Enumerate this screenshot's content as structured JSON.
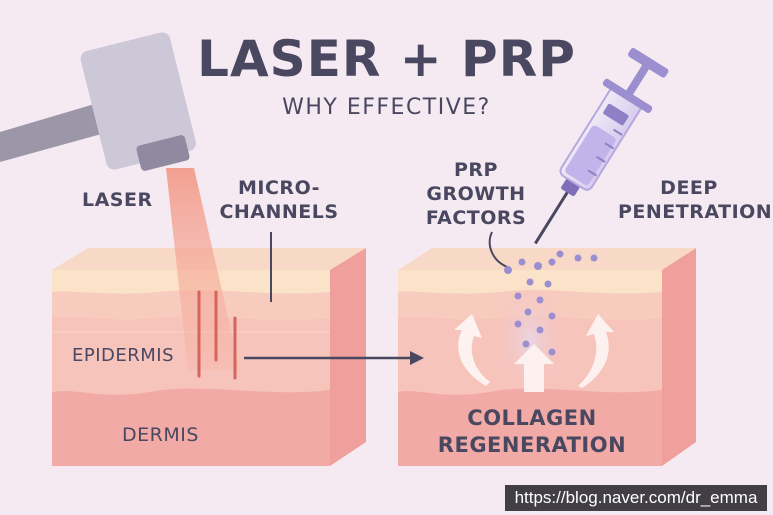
{
  "title": "LASER + PRP",
  "subtitle": "WHY EFFECTIVE?",
  "labels": {
    "laser": "LASER",
    "microchannels_1": "MICRO-",
    "microchannels_2": "CHANNELS",
    "epidermis": "EPIDERMIS",
    "dermis": "DERMIS",
    "prp_1": "PRP",
    "prp_2": "GROWTH",
    "prp_3": "FACTORS",
    "deep_1": "DEEP",
    "deep_2": "PENETRATION",
    "collagen_1": "COLLAGEN",
    "collagen_2": "REGENERATION"
  },
  "watermark": "https://blog.naver.com/dr_emma",
  "colors": {
    "background": "#f6eaf2",
    "text": "#4a4860",
    "skin_top": "#fbe3c9",
    "skin_mid": "#f7c3bb",
    "skin_low": "#f3aaa6",
    "laser_device": "#cdc8d8",
    "syringe": "#b8a6de"
  },
  "icons": [
    "laser-device-icon",
    "syringe-icon",
    "arrow-right-icon",
    "upward-arrow-icon"
  ]
}
